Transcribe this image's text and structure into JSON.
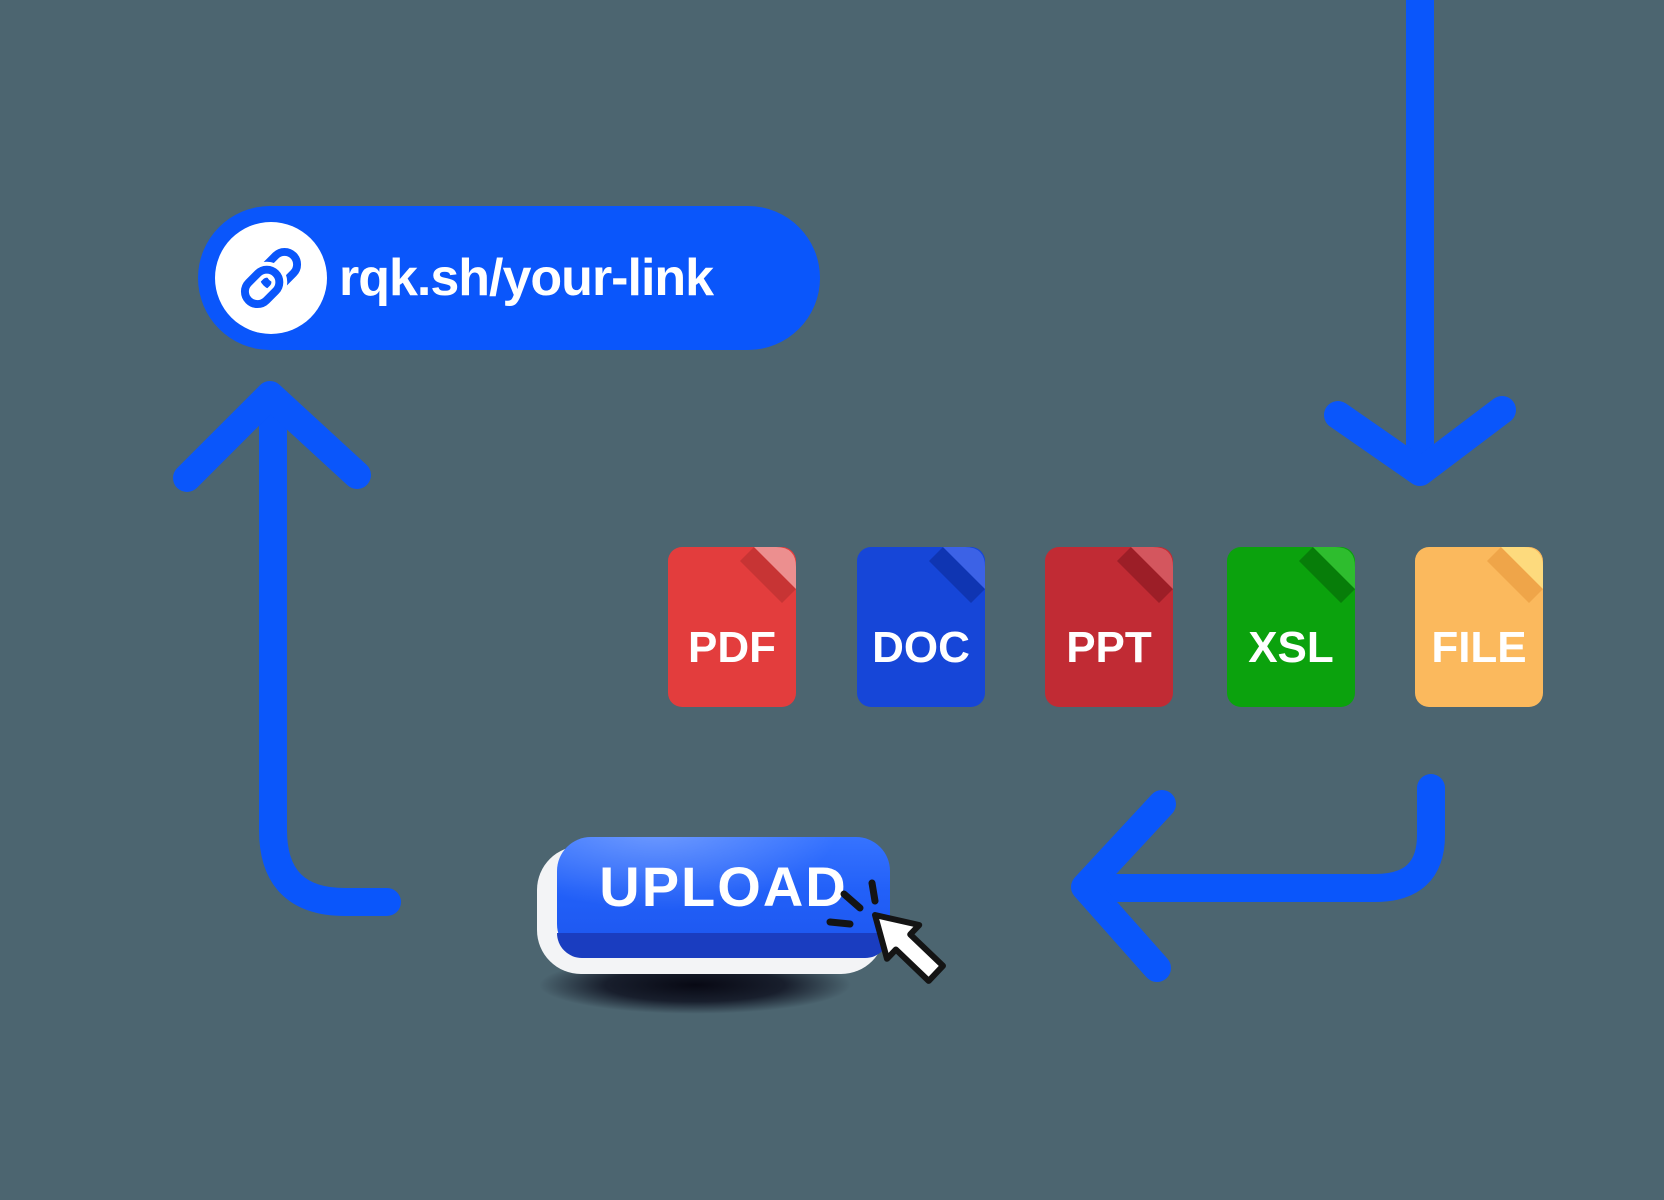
{
  "colors": {
    "background": "#4C6570",
    "accent_blue": "#0A56FB",
    "button_face_top": "#3673FF",
    "button_face_bottom": "#1C55EE",
    "button_side": "#1A3DC0",
    "button_base": "#F3F4F6",
    "cursor_fill": "#FFFFFF",
    "cursor_outline": "#141414"
  },
  "link_pill": {
    "url": "rqk.sh/your-link",
    "icon": "chain-link-icon"
  },
  "files": [
    {
      "label": "PDF",
      "colors": {
        "body": "#E33D3D",
        "fold": "#EC8F8F",
        "fold_shadow": "#C73434"
      }
    },
    {
      "label": "DOC",
      "colors": {
        "body": "#1646D8",
        "fold": "#3C62E6",
        "fold_shadow": "#0F35B2"
      }
    },
    {
      "label": "PPT",
      "colors": {
        "body": "#C12B34",
        "fold": "#D4565E",
        "fold_shadow": "#9C1E27"
      }
    },
    {
      "label": "XSL",
      "colors": {
        "body": "#0BA20D",
        "fold": "#2EBD2E",
        "fold_shadow": "#077D09"
      }
    },
    {
      "label": "FILE",
      "colors": {
        "body": "#FBB95D",
        "fold": "#FDDA7D",
        "fold_shadow": "#EFA549"
      }
    }
  ],
  "upload_button": {
    "label": "UPLOAD"
  },
  "icons": {
    "arrow_down": "arrow-down-icon",
    "arrow_up_to_link": "arrow-up-icon",
    "arrow_left_to_upload": "arrow-left-icon",
    "cursor": "mouse-cursor-icon",
    "click_effect": "click-spark-icon"
  }
}
